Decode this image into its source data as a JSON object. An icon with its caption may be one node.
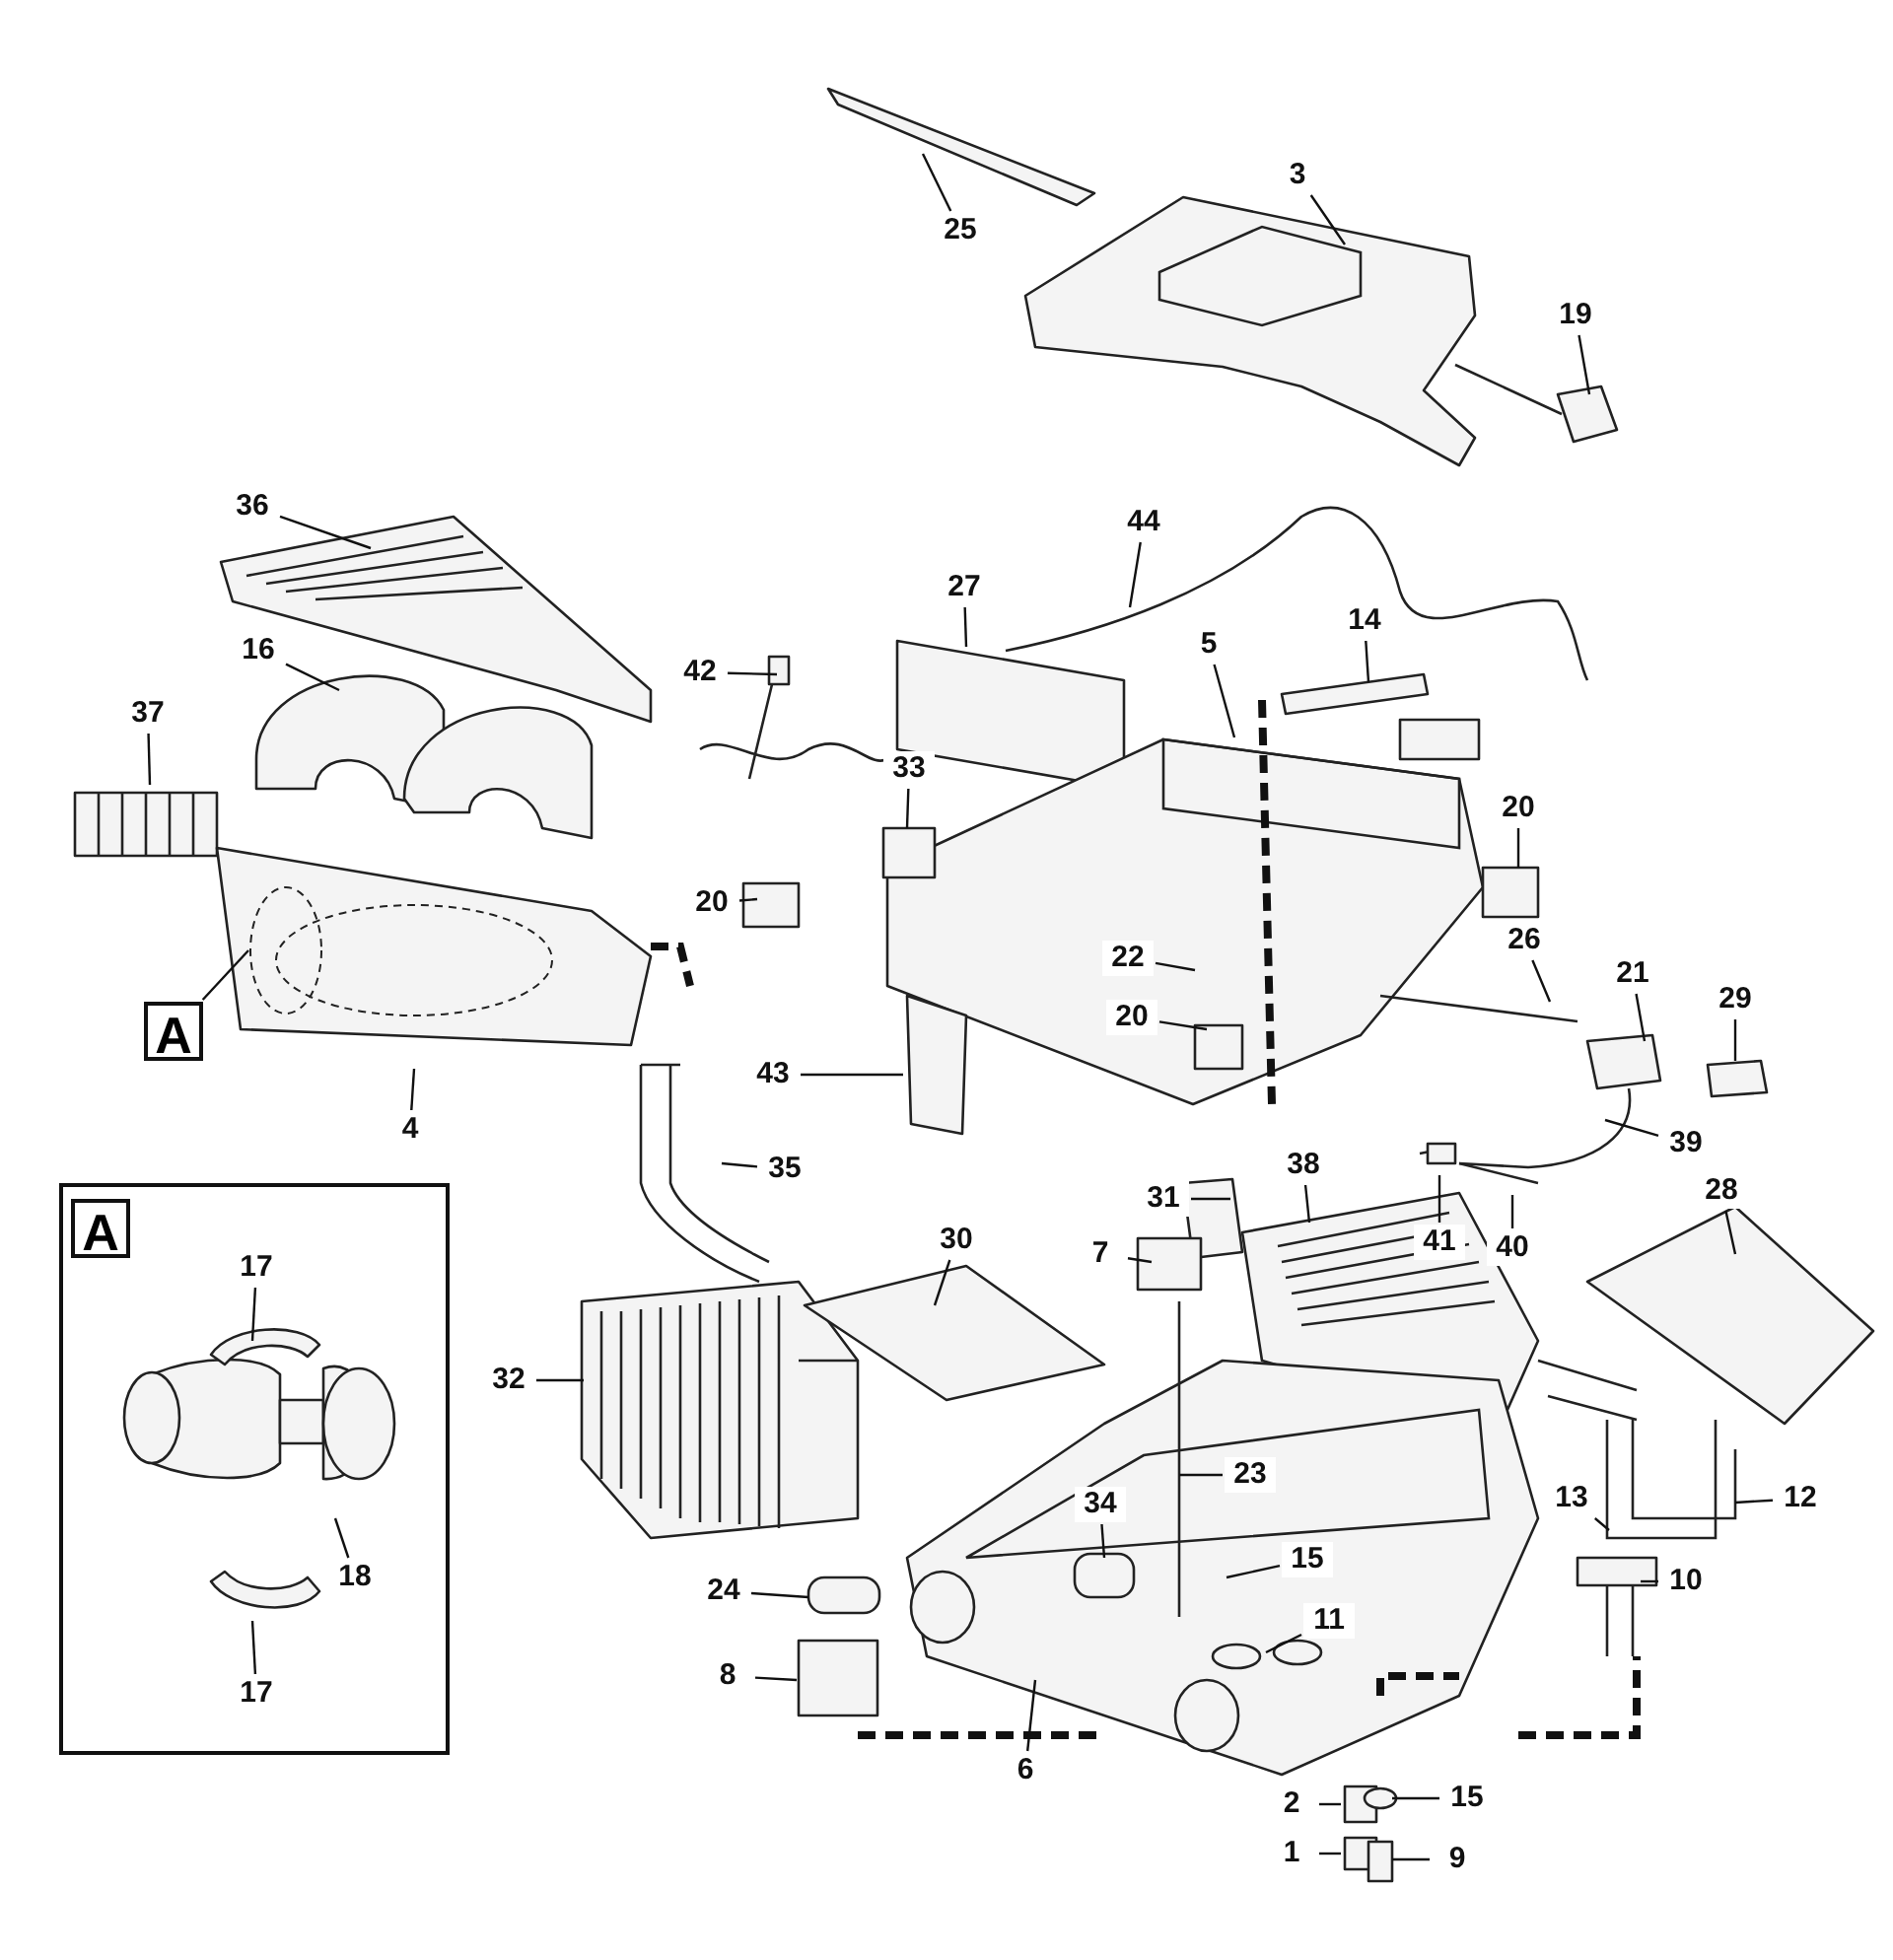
{
  "diagram": {
    "nodes": [
      {
        "text": [
          "3"
        ]
      },
      {
        "text": [
          "25"
        ]
      },
      {
        "text": [
          "19"
        ]
      },
      {
        "text": [
          "36"
        ]
      },
      {
        "text": [
          "44"
        ]
      },
      {
        "text": [
          "27"
        ]
      },
      {
        "text": [
          "14"
        ]
      },
      {
        "text": [
          "5"
        ]
      },
      {
        "text": [
          "42"
        ]
      },
      {
        "text": [
          "16"
        ]
      },
      {
        "text": [
          "37"
        ]
      },
      {
        "text": [
          "33"
        ]
      },
      {
        "text": [
          "20"
        ]
      },
      {
        "text": [
          "20"
        ]
      },
      {
        "text": [
          "22"
        ]
      },
      {
        "text": [
          "26"
        ]
      },
      {
        "text": [
          "21"
        ]
      },
      {
        "text": [
          "29"
        ]
      },
      {
        "text": [
          "A"
        ]
      },
      {
        "text": [
          "20"
        ]
      },
      {
        "text": [
          "4"
        ]
      },
      {
        "text": [
          "43"
        ]
      },
      {
        "text": [
          "39"
        ]
      },
      {
        "text": [
          "35"
        ]
      },
      {
        "text": [
          "38"
        ]
      },
      {
        "text": [
          "31"
        ]
      },
      {
        "text": [
          "28"
        ]
      },
      {
        "text": [
          "30"
        ]
      },
      {
        "text": [
          "7"
        ]
      },
      {
        "text": [
          "41"
        ]
      },
      {
        "text": [
          "40"
        ]
      },
      {
        "text": [
          "32"
        ]
      },
      {
        "text": [
          "23"
        ]
      },
      {
        "text": [
          "13"
        ]
      },
      {
        "text": [
          "12"
        ]
      },
      {
        "text": [
          "34"
        ]
      },
      {
        "text": [
          "15"
        ]
      },
      {
        "text": [
          "10"
        ]
      },
      {
        "text": [
          "11"
        ]
      },
      {
        "text": [
          "24"
        ]
      },
      {
        "text": [
          "8"
        ]
      },
      {
        "text": [
          "6"
        ]
      },
      {
        "text": [
          "2"
        ]
      },
      {
        "text": [
          "15"
        ]
      },
      {
        "text": [
          "1"
        ]
      },
      {
        "text": [
          "9"
        ]
      },
      {
        "text": [],
        "shape": "box"
      },
      {
        "text": [
          "A"
        ],
        "in": 46
      },
      {
        "text": [
          "17"
        ],
        "in": 46
      },
      {
        "text": [
          "18"
        ],
        "in": 46
      },
      {
        "text": [
          "17"
        ],
        "in": 46
      }
    ],
    "edges": [
      {
        "from": 0,
        "to": null,
        "arrow": "none"
      },
      {
        "from": 1,
        "to": null,
        "arrow": "none"
      },
      {
        "from": 2,
        "to": null,
        "arrow": "none"
      },
      {
        "from": 3,
        "to": null,
        "arrow": "none"
      },
      {
        "from": 4,
        "to": null,
        "arrow": "none"
      },
      {
        "from": 5,
        "to": null,
        "arrow": "none"
      },
      {
        "from": 6,
        "to": null,
        "arrow": "none"
      },
      {
        "from": 7,
        "to": null,
        "arrow": "none"
      },
      {
        "from": 8,
        "to": null,
        "arrow": "none"
      },
      {
        "from": 9,
        "to": null,
        "arrow": "none"
      },
      {
        "from": 10,
        "to": null,
        "arrow": "none"
      },
      {
        "from": 11,
        "to": null,
        "arrow": "none"
      },
      {
        "from": 12,
        "to": null,
        "arrow": "none"
      },
      {
        "from": 13,
        "to": null,
        "arrow": "none"
      },
      {
        "from": 14,
        "to": null,
        "arrow": "none"
      },
      {
        "from": 15,
        "to": null,
        "arrow": "none"
      },
      {
        "from": 16,
        "to": null,
        "arrow": "none"
      },
      {
        "from": 17,
        "to": null,
        "arrow": "none"
      },
      {
        "from": 18,
        "to": null,
        "arrow": "none"
      },
      {
        "from": 19,
        "to": null,
        "arrow": "none"
      },
      {
        "from": 20,
        "to": null,
        "arrow": "none"
      },
      {
        "from": 21,
        "to": null,
        "arrow": "none"
      },
      {
        "from": 22,
        "to": null,
        "arrow": "none"
      },
      {
        "from": 23,
        "to": null,
        "arrow": "none"
      },
      {
        "from": 24,
        "to": null,
        "arrow": "none"
      },
      {
        "from": 25,
        "to": null,
        "arrow": "none"
      },
      {
        "from": 26,
        "to": null,
        "arrow": "none"
      },
      {
        "from": 27,
        "to": null,
        "arrow": "none"
      },
      {
        "from": 28,
        "to": null,
        "arrow": "none"
      },
      {
        "from": 29,
        "to": null,
        "arrow": "none"
      },
      {
        "from": 30,
        "to": null,
        "arrow": "none"
      },
      {
        "from": 31,
        "to": null,
        "arrow": "none"
      },
      {
        "from": 32,
        "to": null,
        "arrow": "none"
      },
      {
        "from": 33,
        "to": null,
        "arrow": "none"
      },
      {
        "from": 34,
        "to": null,
        "arrow": "none"
      },
      {
        "from": 35,
        "to": null,
        "arrow": "none"
      },
      {
        "from": 36,
        "to": null,
        "arrow": "none"
      },
      {
        "from": 37,
        "to": null,
        "arrow": "none"
      },
      {
        "from": 38,
        "to": null,
        "arrow": "none"
      },
      {
        "from": 39,
        "to": null,
        "arrow": "none"
      },
      {
        "from": 40,
        "to": null,
        "arrow": "none"
      },
      {
        "from": 41,
        "to": null,
        "arrow": "none"
      },
      {
        "from": 42,
        "to": null,
        "arrow": "none"
      },
      {
        "from": 43,
        "to": null,
        "arrow": "none"
      },
      {
        "from": 44,
        "to": null,
        "arrow": "none"
      },
      {
        "from": 45,
        "to": null,
        "arrow": "none"
      },
      {
        "from": 48,
        "to": null,
        "arrow": "none"
      },
      {
        "from": 49,
        "to": null,
        "arrow": "none"
      },
      {
        "from": 50,
        "to": null,
        "arrow": "none"
      }
    ]
  }
}
